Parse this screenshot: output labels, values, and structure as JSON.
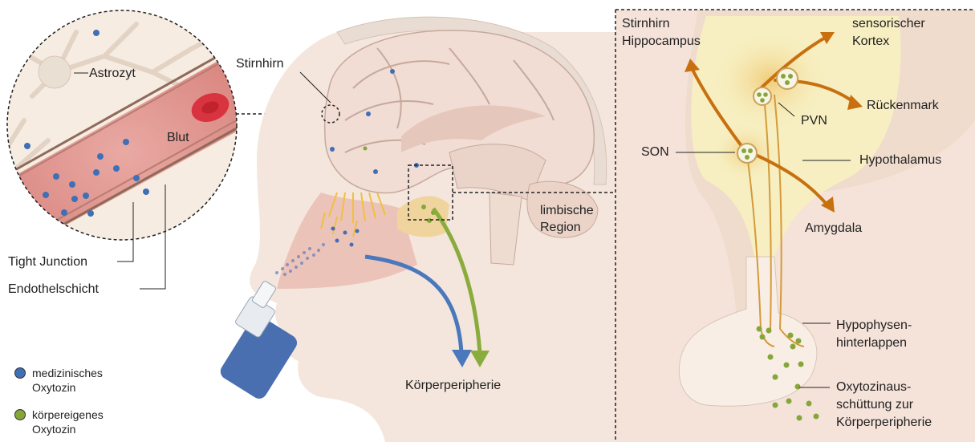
{
  "inset_left": {
    "astrocyte": "Astrozyt",
    "blood": "Blut",
    "tight_junction": "Tight Junction",
    "endothelium": "Endothelschicht"
  },
  "head": {
    "frontal_brain": "Stirnhirn",
    "limbic_region_line1": "limbische",
    "limbic_region_line2": "Region",
    "periphery": "Körperperipherie"
  },
  "legend": {
    "items": [
      {
        "line1": "medizinisches",
        "line2": "Oxytozin",
        "color": "#3f6fb5"
      },
      {
        "line1": "körpereigenes",
        "line2": "Oxytozin",
        "color": "#86a63a"
      }
    ]
  },
  "inset_right": {
    "frontal_hippocampus_line1": "Stirnhirn",
    "frontal_hippocampus_line2": "Hippocampus",
    "sensory_cortex_line1": "sensorischer",
    "sensory_cortex_line2": "Kortex",
    "pvn": "PVN",
    "spinal_cord": "Rückenmark",
    "son": "SON",
    "hypothalamus": "Hypothalamus",
    "amygdala": "Amygdala",
    "pituitary_line1": "Hypophysen-",
    "pituitary_line2": "hinterlappen",
    "release_line1": "Oxytozinaus-",
    "release_line2": "schüttung zur",
    "release_line3": "Körperperipherie"
  },
  "colors": {
    "medical_oxytocin": "#3f6fb5",
    "endogenous_oxytocin": "#86a63a",
    "nerve_orange": "#c8700f",
    "arrow_blue": "#4a78bd",
    "arrow_green": "#8aac3c"
  }
}
